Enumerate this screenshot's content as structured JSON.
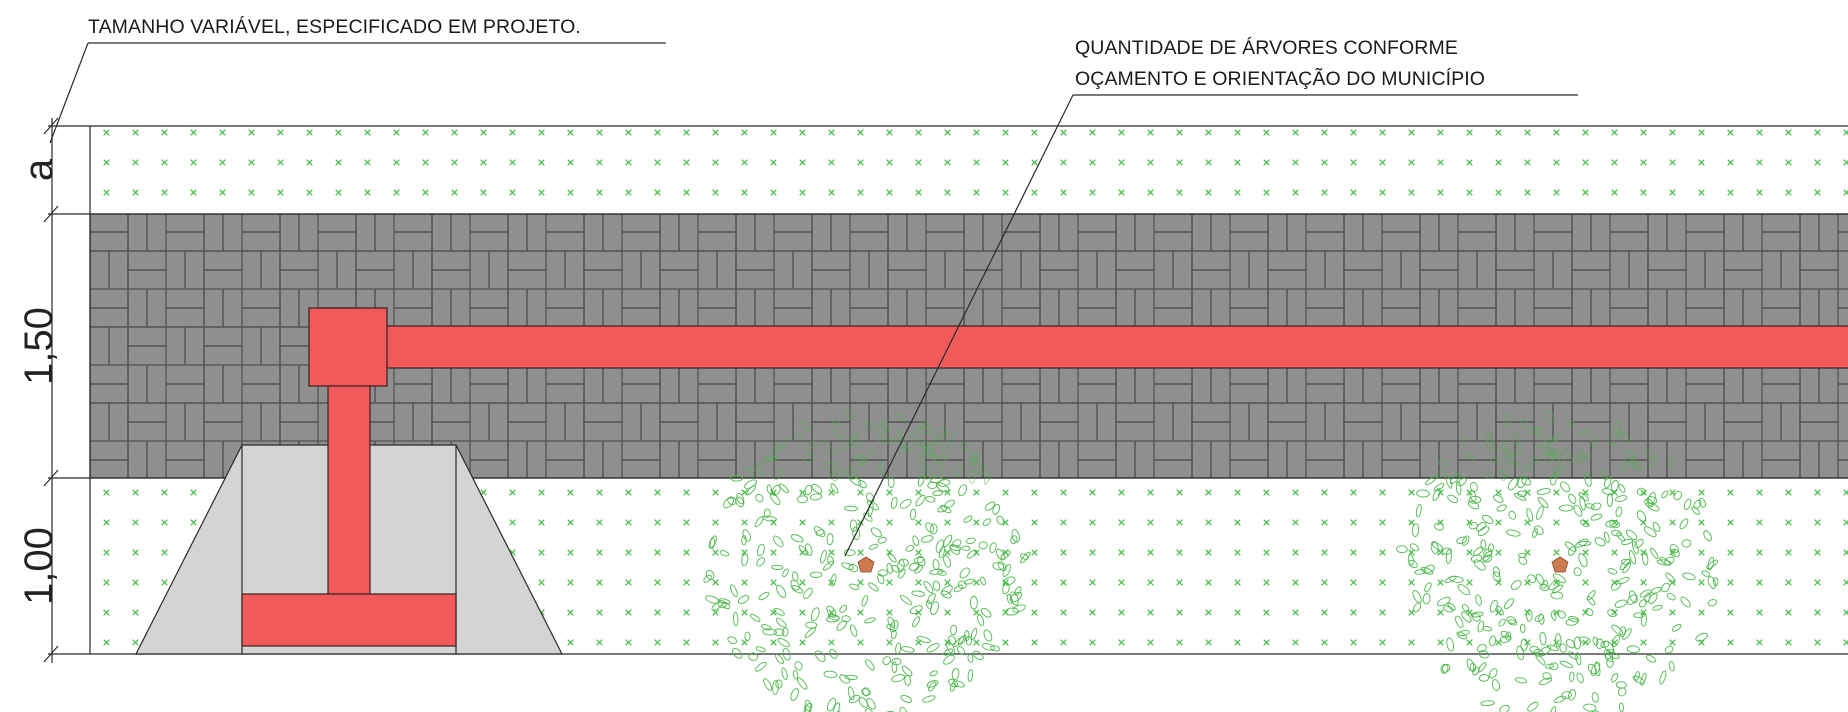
{
  "annotations": {
    "note_size": "TAMANHO VARIÁVEL, ESPECIFICADO EM PROJETO.",
    "note_trees_line1": "QUANTIDADE DE ÁRVORES CONFORME",
    "note_trees_line2": "OÇAMENTO E ORIENTAÇÃO DO MUNICÍPIO"
  },
  "dimensions": {
    "strip_top": "a",
    "sidewalk": "1,50",
    "strip_bottom": "1,00"
  },
  "colors": {
    "paving": "#8f8f8f",
    "paving_joint": "#545454",
    "tactile": "#f05a5a",
    "ramp": "#d4d4d4",
    "grass_mark": "#37b837",
    "tree_foliage": "#45b545",
    "tree_trunk": "#cd7a4f"
  },
  "elements": {
    "trees": 2,
    "tactile_floor": "red",
    "access_ramp": "grey",
    "paving_pattern": "herringbone blocks",
    "grass_pattern": "x marks"
  }
}
